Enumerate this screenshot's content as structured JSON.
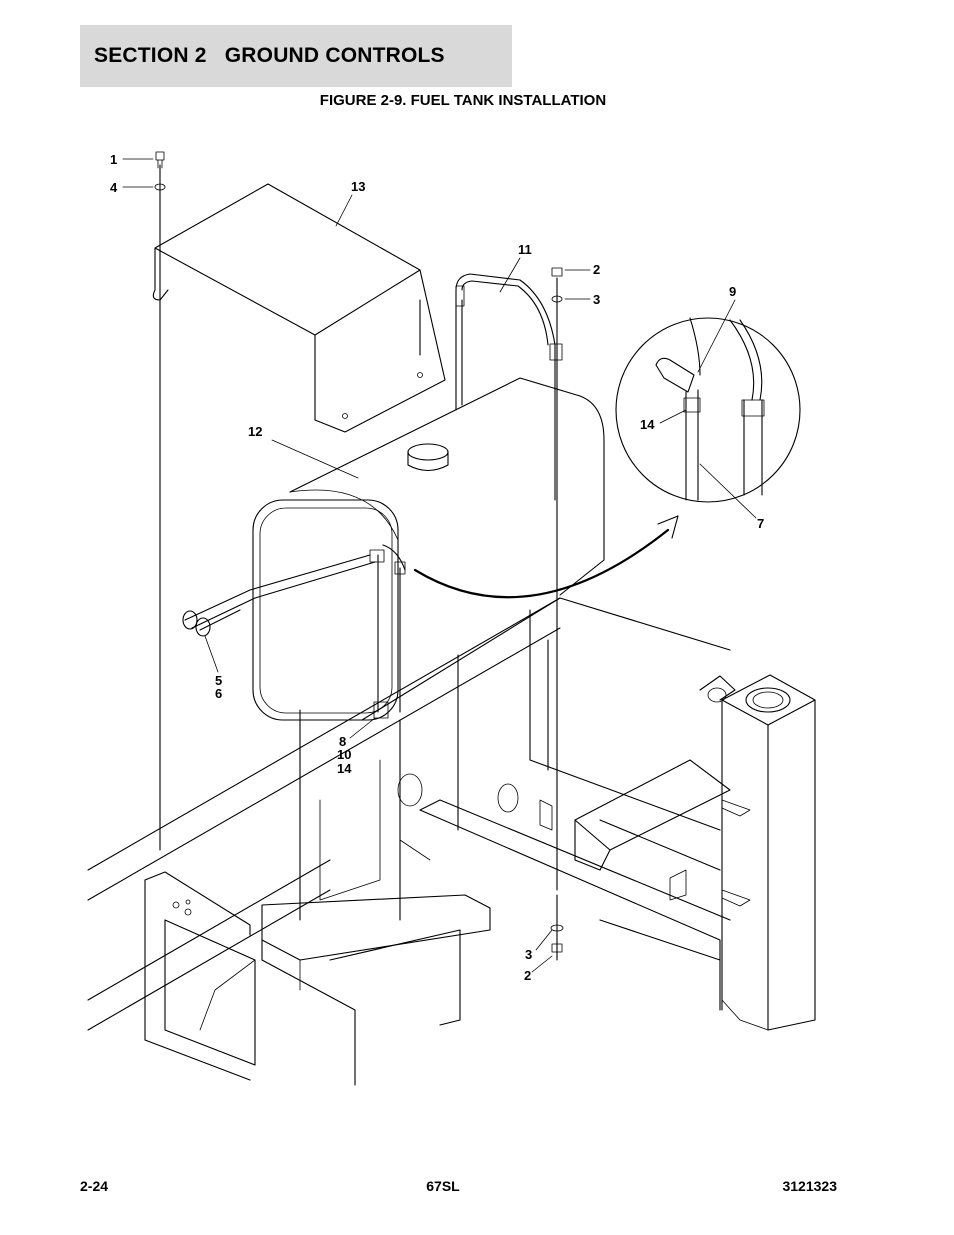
{
  "header": {
    "section": "SECTION 2   GROUND CONTROLS"
  },
  "figure": {
    "title": "FIGURE 2-9. FUEL TANK INSTALLATION",
    "callouts": [
      "1",
      "4",
      "13",
      "11",
      "2",
      "3",
      "9",
      "12",
      "14",
      "7",
      "5",
      "6",
      "8",
      "10",
      "14",
      "3",
      "2"
    ]
  },
  "footer": {
    "page": "2-24",
    "model": "67SL",
    "doc_number": "3121323"
  }
}
